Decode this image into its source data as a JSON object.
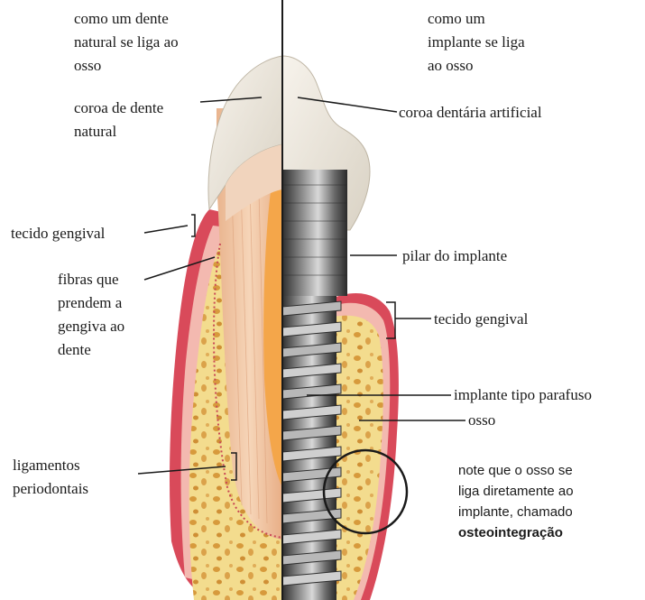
{
  "headings": {
    "natural": [
      "como um dente",
      "natural se liga ao",
      "osso"
    ],
    "implant": [
      "como um",
      "implante se liga",
      "ao osso"
    ]
  },
  "labels": {
    "natural_crown": [
      "coroa de dente",
      "natural"
    ],
    "artificial_crown": "coroa dentária artificial",
    "gum_left": "tecido gengival",
    "fibers": [
      "fibras que",
      "prendem a",
      "gengiva ao",
      "dente"
    ],
    "abutment": "pilar do implante",
    "gum_right": "tecido gengival",
    "screw_implant": "implante tipo parafuso",
    "bone": "osso",
    "ligaments": [
      "ligamentos",
      "periodontais"
    ],
    "osseo_note": [
      "note que o osso se",
      "liga diretamente ao",
      "implante, chamado"
    ],
    "osseo_term": "osteointegração"
  },
  "colors": {
    "gum": "#d94a5a",
    "bone": "#f3dc8e",
    "bone_spots": "#d79a3c",
    "root": "#f2c9a6",
    "enamel": "#ece6da",
    "metal_dark": "#4a4a4a",
    "metal_light": "#bdbdbd"
  }
}
